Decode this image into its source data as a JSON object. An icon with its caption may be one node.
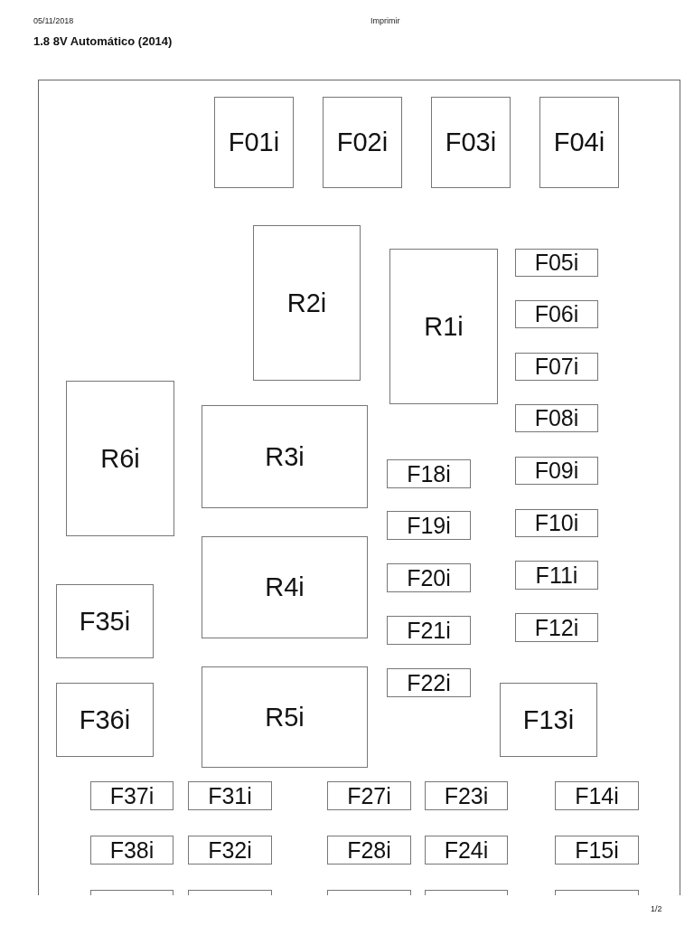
{
  "diagram": {
    "title": "1.8 8V Automático (2014)",
    "nodes": [
      {
        "text": [
          "F01i"
        ]
      },
      {
        "text": [
          "F02i"
        ]
      },
      {
        "text": [
          "F03i"
        ]
      },
      {
        "text": [
          "F04i"
        ]
      },
      {
        "text": [
          "R2i"
        ]
      },
      {
        "text": [
          "R1i"
        ]
      },
      {
        "text": [
          "F05i"
        ]
      },
      {
        "text": [
          "F06i"
        ]
      },
      {
        "text": [
          "F07i"
        ]
      },
      {
        "text": [
          "R6i"
        ]
      },
      {
        "text": [
          "R3i"
        ]
      },
      {
        "text": [
          "F08i"
        ]
      },
      {
        "text": [
          "F09i"
        ]
      },
      {
        "text": [
          "F10i"
        ]
      },
      {
        "text": [
          "F11i"
        ]
      },
      {
        "text": [
          "F12i"
        ]
      },
      {
        "text": [
          "F18i"
        ]
      },
      {
        "text": [
          "F19i"
        ]
      },
      {
        "text": [
          "F20i"
        ]
      },
      {
        "text": [
          "F21i"
        ]
      },
      {
        "text": [
          "F22i"
        ]
      },
      {
        "text": [
          "R4i"
        ]
      },
      {
        "text": [
          "F35i"
        ]
      },
      {
        "text": [
          "F36i"
        ]
      },
      {
        "text": [
          "R5i"
        ]
      },
      {
        "text": [
          "F13i"
        ]
      },
      {
        "text": [
          "F37i"
        ]
      },
      {
        "text": [
          "F31i"
        ]
      },
      {
        "text": [
          "F27i"
        ]
      },
      {
        "text": [
          "F23i"
        ]
      },
      {
        "text": [
          "F14i"
        ]
      },
      {
        "text": [
          "F38i"
        ]
      },
      {
        "text": [
          "F32i"
        ]
      },
      {
        "text": [
          "F28i"
        ]
      },
      {
        "text": [
          "F24i"
        ]
      },
      {
        "text": [
          "F15i"
        ]
      },
      {
        "text": [],
        "shape": "box"
      },
      {
        "text": [],
        "shape": "box"
      },
      {
        "text": [],
        "shape": "box"
      },
      {
        "text": [],
        "shape": "box"
      },
      {
        "text": [],
        "shape": "box"
      }
    ],
    "labels": [
      "05/11/2018",
      "Imprimir",
      "1/2"
    ]
  }
}
